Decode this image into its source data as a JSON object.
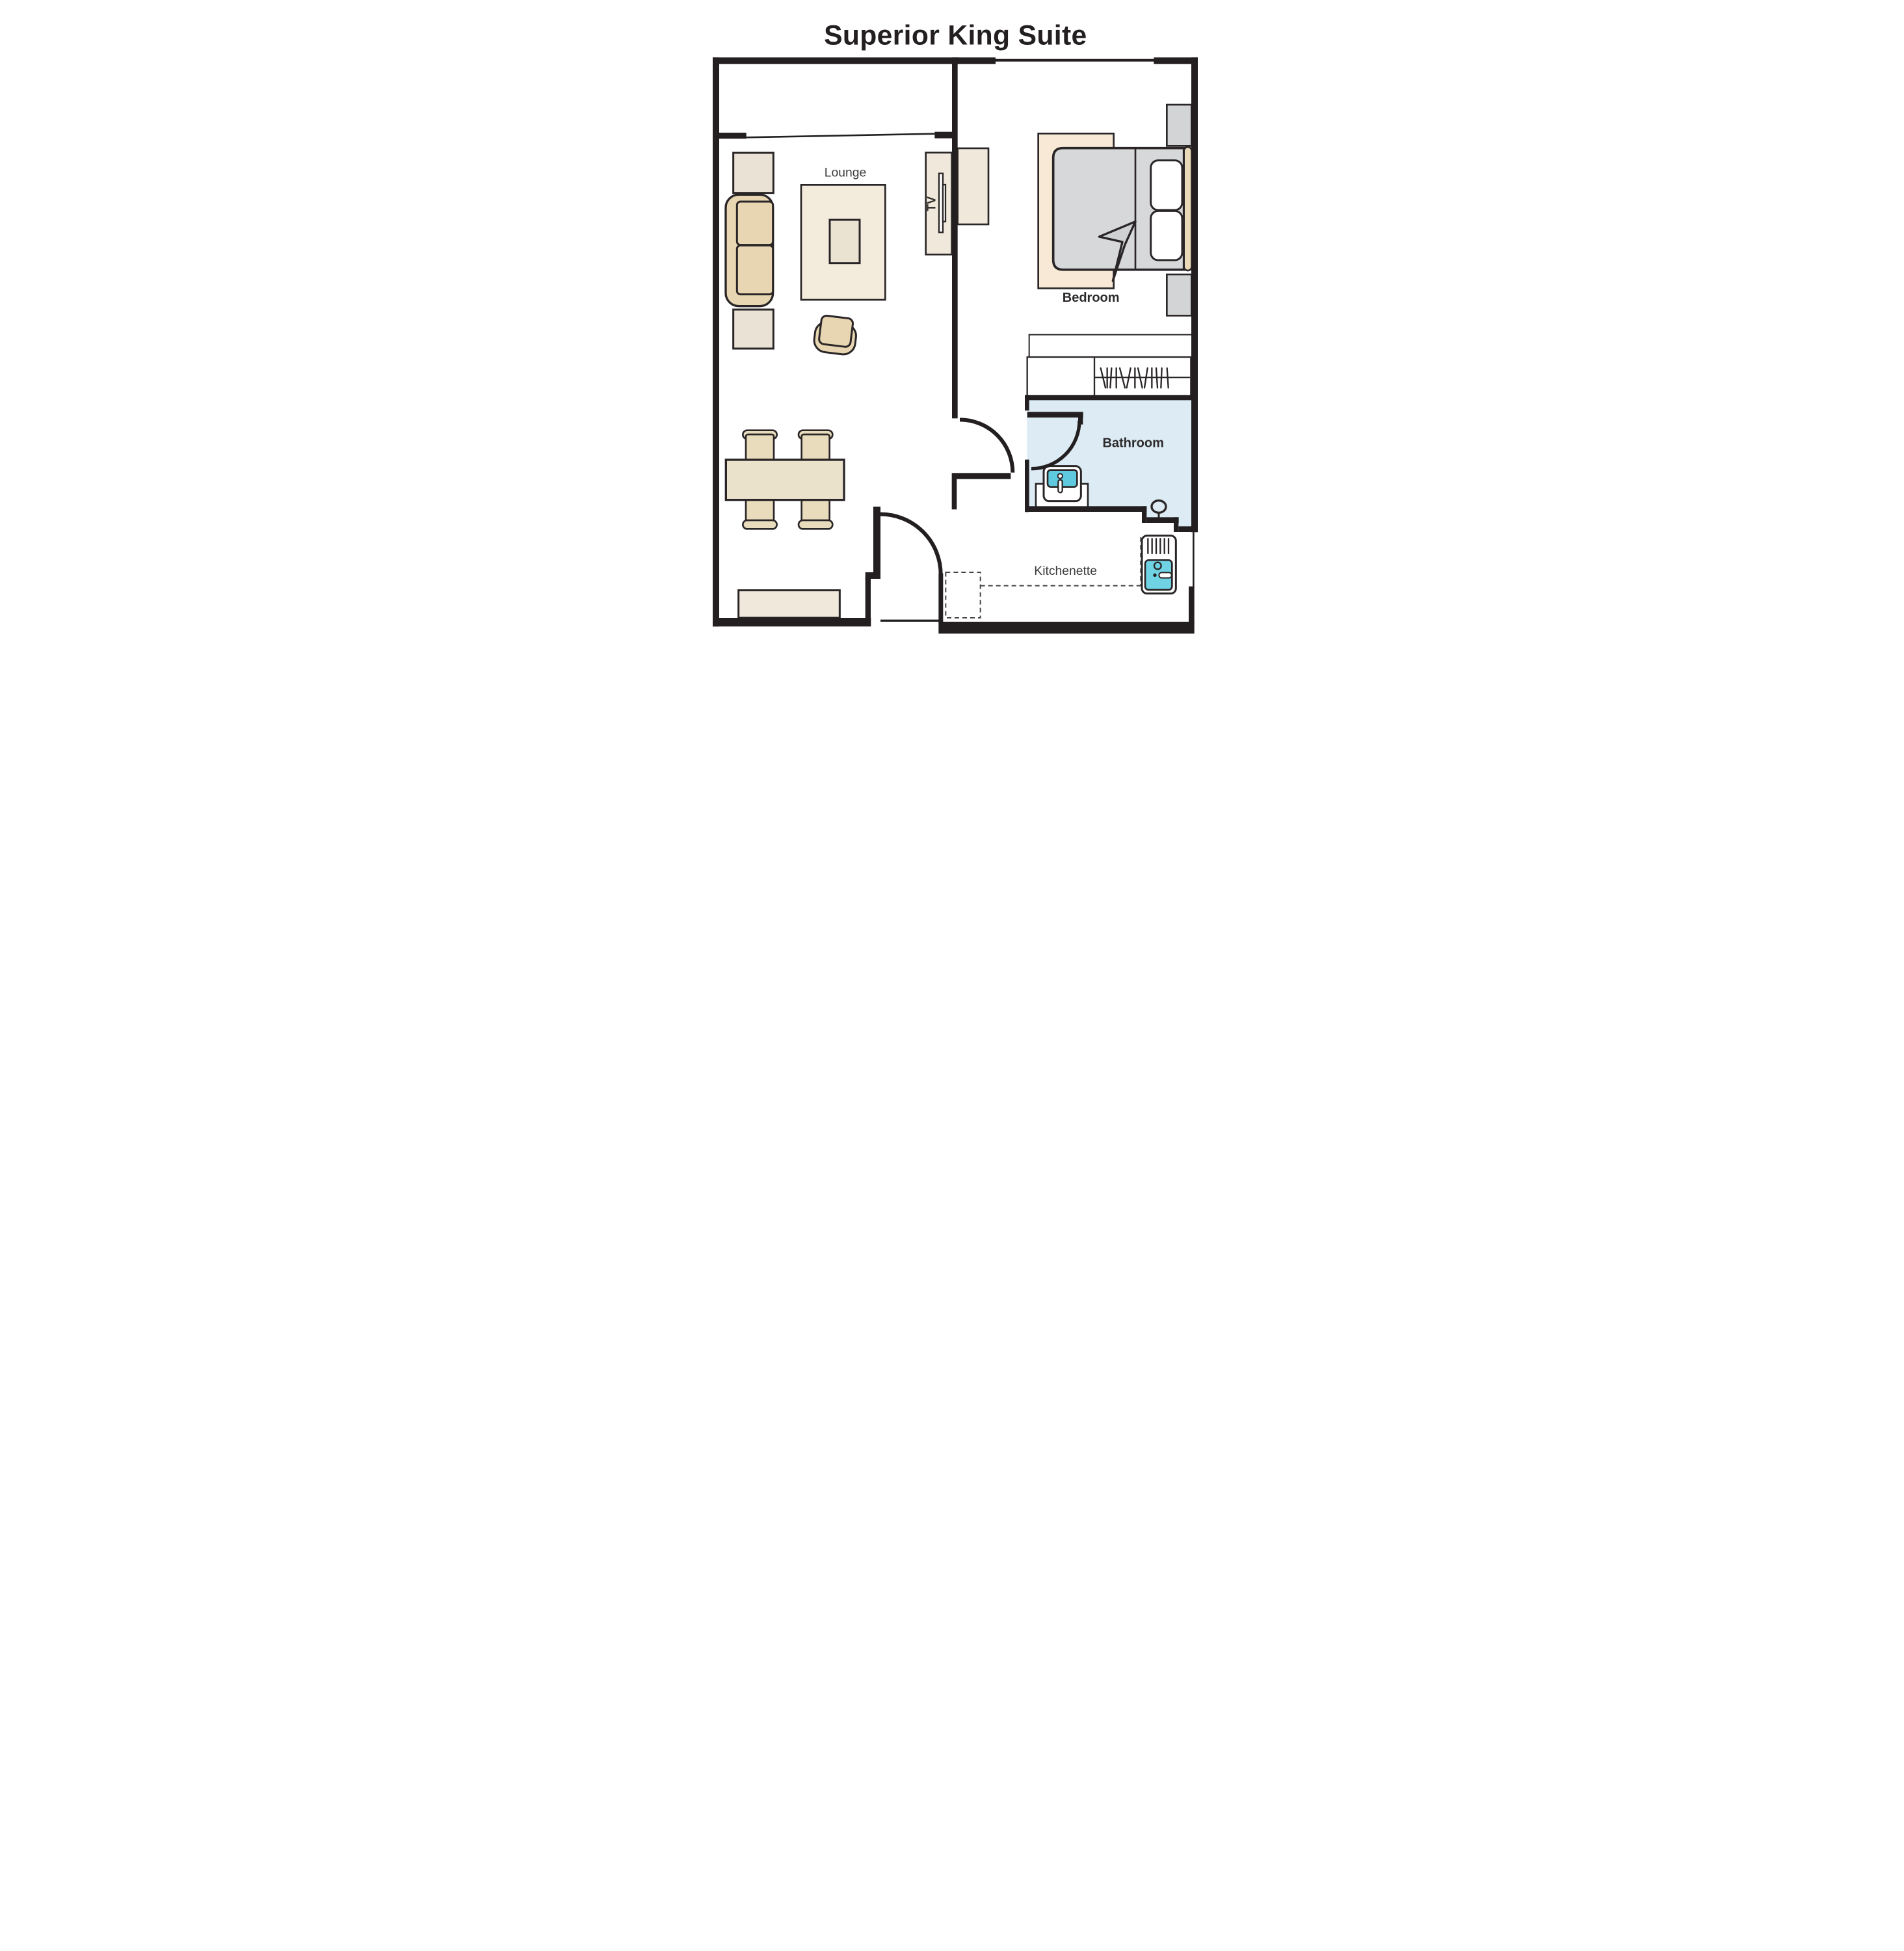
{
  "title": "Superior King Suite",
  "rooms": {
    "lounge": {
      "label": "Lounge"
    },
    "bedroom": {
      "label": "Bedroom"
    },
    "bathroom": {
      "label": "Bathroom"
    },
    "kitchenette": {
      "label": "Kitchenette"
    }
  },
  "furniture": {
    "tv_label": "TV"
  },
  "colors": {
    "wall": "#231f20",
    "line": "#2a2627",
    "white": "#ffffff",
    "sideTable": "#eae2d4",
    "rug": "#f3ecdd",
    "coffeeTable": "#eae3d1",
    "sofa": "#e8d6b2",
    "chair": "#e9dcbd",
    "table": "#ebe2cc",
    "sideboard": "#efe8db",
    "console": "#f0e9db",
    "bedRug": "#f7e9d6",
    "bed": "#d7d8da",
    "fold": "#cfd1d3",
    "pillow": "#ffffff",
    "headboard": "#e9d9b8",
    "nightstand": "#d3d4d6",
    "bathFloor": "#dcebf4",
    "vanityTeal": "#5fcadf",
    "kitchenTeal": "#6fd3e3",
    "labelDark": "#2d2a2b",
    "labelMid": "#3c3a3b",
    "dash": "#454545"
  }
}
